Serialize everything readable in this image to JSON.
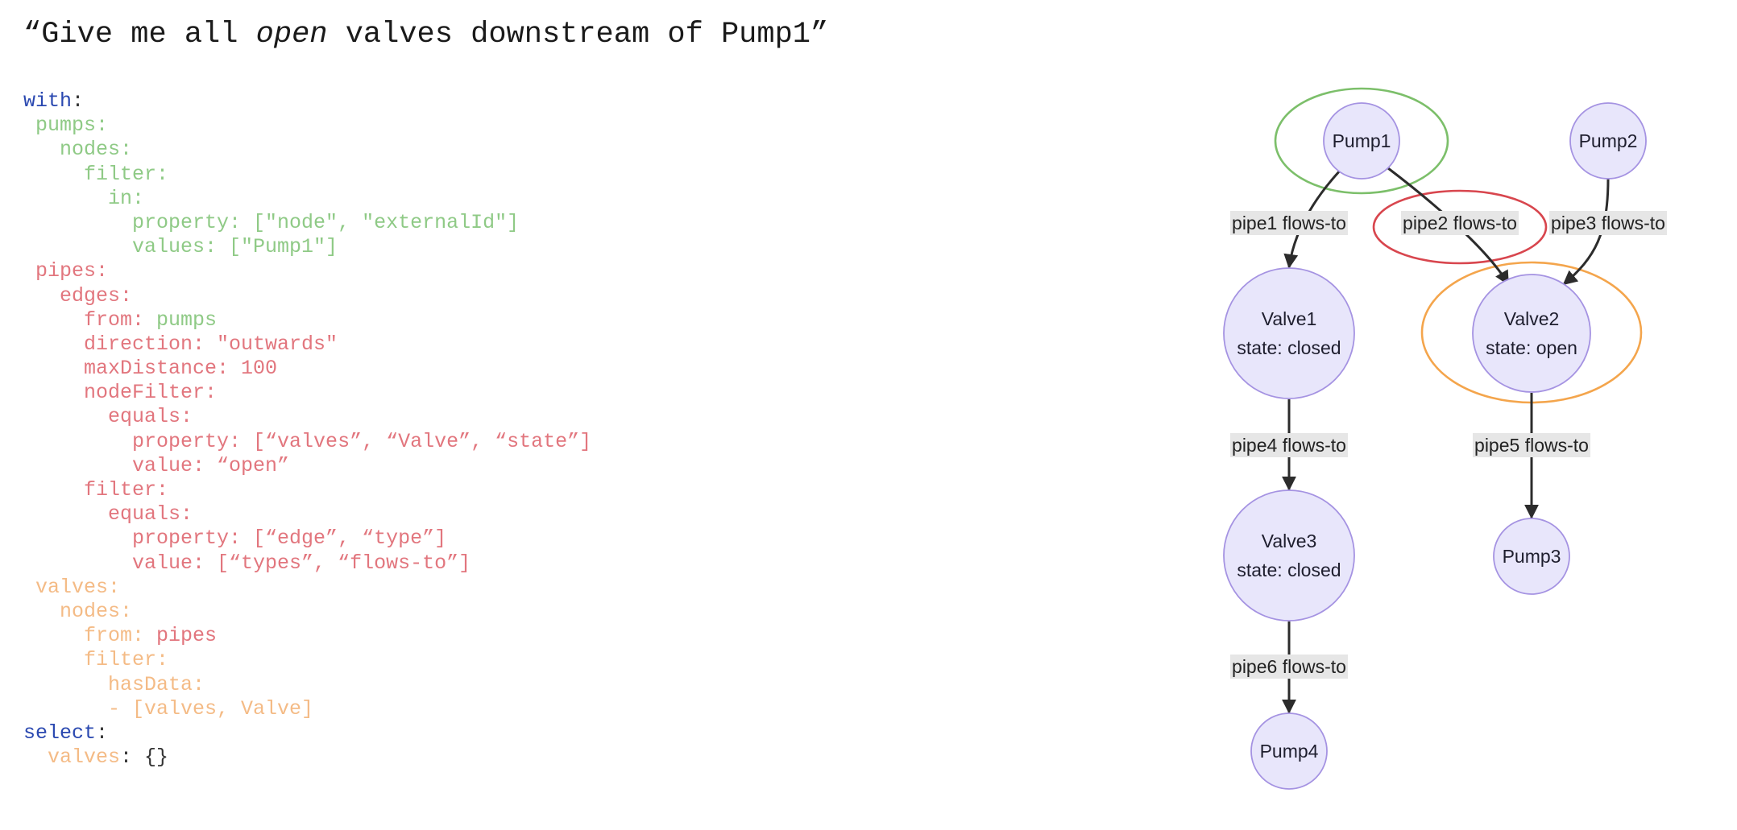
{
  "title": {
    "open_quote": "“",
    "before": "Give me all ",
    "emphasis": "open",
    "after": " valves downstream of Pump1",
    "close_quote": "”"
  },
  "code_lines": [
    [
      {
        "t": "with",
        "c": "kw-blue"
      },
      {
        "t": ":",
        "c": "c-dark"
      }
    ],
    [
      {
        "t": " pumps:",
        "c": "c-green"
      }
    ],
    [
      {
        "t": "   nodes:",
        "c": "c-green"
      }
    ],
    [
      {
        "t": "     filter:",
        "c": "c-green"
      }
    ],
    [
      {
        "t": "       in:",
        "c": "c-green"
      }
    ],
    [
      {
        "t": "         property: [\"node\", \"externalId\"]",
        "c": "c-green"
      }
    ],
    [
      {
        "t": "         values: [\"Pump1\"]",
        "c": "c-green"
      }
    ],
    [
      {
        "t": " pipes:",
        "c": "c-red"
      }
    ],
    [
      {
        "t": "   edges:",
        "c": "c-red"
      }
    ],
    [
      {
        "t": "     from: ",
        "c": "c-red"
      },
      {
        "t": "pumps",
        "c": "c-green"
      }
    ],
    [
      {
        "t": "     direction: \"outwards\"",
        "c": "c-red"
      }
    ],
    [
      {
        "t": "     maxDistance: 100",
        "c": "c-red"
      }
    ],
    [
      {
        "t": "     nodeFilter:",
        "c": "c-red"
      }
    ],
    [
      {
        "t": "       equals:",
        "c": "c-red"
      }
    ],
    [
      {
        "t": "         property: [“valves”, “Valve”, “state”]",
        "c": "c-red"
      }
    ],
    [
      {
        "t": "         value: “open”",
        "c": "c-red"
      }
    ],
    [
      {
        "t": "     filter:",
        "c": "c-red"
      }
    ],
    [
      {
        "t": "       equals:",
        "c": "c-red"
      }
    ],
    [
      {
        "t": "         property: [“edge”, “type”]",
        "c": "c-red"
      }
    ],
    [
      {
        "t": "         value: [“types”, “flows-to”]",
        "c": "c-red"
      }
    ],
    [
      {
        "t": " valves:",
        "c": "c-orange"
      }
    ],
    [
      {
        "t": "   nodes:",
        "c": "c-orange"
      }
    ],
    [
      {
        "t": "     from: ",
        "c": "c-orange"
      },
      {
        "t": "pipes",
        "c": "c-red"
      }
    ],
    [
      {
        "t": "     filter:",
        "c": "c-orange"
      }
    ],
    [
      {
        "t": "       hasData:",
        "c": "c-orange"
      }
    ],
    [
      {
        "t": "       - [valves, Valve]",
        "c": "c-orange"
      }
    ],
    [
      {
        "t": "select",
        "c": "kw-blue"
      },
      {
        "t": ":",
        "c": "c-dark"
      }
    ],
    [
      {
        "t": "  valves",
        "c": "c-orange"
      },
      {
        "t": ": {}",
        "c": "c-dark"
      }
    ]
  ],
  "colors": {
    "keyword": "#2a48b0",
    "pumps": "#8fca86",
    "pipes": "#e2767e",
    "valves": "#f4bb86",
    "node_fill": "#e8e6fb",
    "node_stroke": "#a593e2",
    "highlight_pump": "#7cbf6a",
    "highlight_pipe": "#d8464e",
    "highlight_valve": "#f4a54c"
  },
  "graph": {
    "nodes": [
      {
        "id": "Pump1",
        "lines": [
          "Pump1"
        ]
      },
      {
        "id": "Pump2",
        "lines": [
          "Pump2"
        ]
      },
      {
        "id": "Valve1",
        "lines": [
          "Valve1",
          "state: closed"
        ]
      },
      {
        "id": "Valve2",
        "lines": [
          "Valve2",
          "state: open"
        ]
      },
      {
        "id": "Valve3",
        "lines": [
          "Valve3",
          "state: closed"
        ]
      },
      {
        "id": "Pump3",
        "lines": [
          "Pump3"
        ]
      },
      {
        "id": "Pump4",
        "lines": [
          "Pump4"
        ]
      }
    ],
    "edges": [
      {
        "id": "pipe1",
        "from": "Pump1",
        "to": "Valve1",
        "label": "pipe1 flows-to"
      },
      {
        "id": "pipe2",
        "from": "Pump1",
        "to": "Valve2",
        "label": "pipe2 flows-to"
      },
      {
        "id": "pipe3",
        "from": "Pump2",
        "to": "Valve2",
        "label": "pipe3 flows-to"
      },
      {
        "id": "pipe4",
        "from": "Valve1",
        "to": "Valve3",
        "label": "pipe4 flows-to"
      },
      {
        "id": "pipe5",
        "from": "Valve2",
        "to": "Pump3",
        "label": "pipe5 flows-to"
      },
      {
        "id": "pipe6",
        "from": "Valve3",
        "to": "Pump4",
        "label": "pipe6 flows-to"
      }
    ],
    "highlights": [
      {
        "target": "Pump1",
        "color": "green"
      },
      {
        "target": "pipe2",
        "color": "red"
      },
      {
        "target": "Valve2",
        "color": "orange"
      }
    ]
  }
}
